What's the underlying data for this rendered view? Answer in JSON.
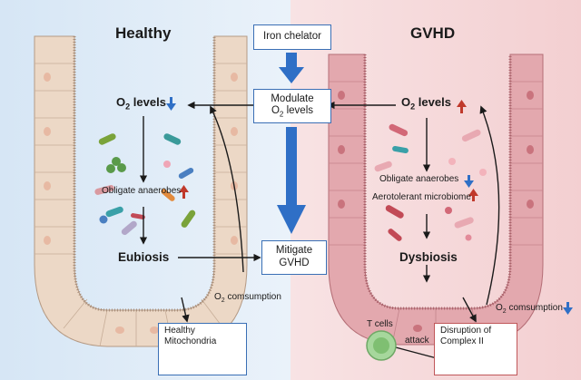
{
  "panels": {
    "left_title": "Healthy",
    "right_title": "GVHD"
  },
  "center": {
    "chelator_label": "Iron chelator",
    "modulate_line1": "Modulate",
    "modulate_line2": "O",
    "modulate_line2_sub": "2",
    "modulate_line2_tail": " levels",
    "mitigate_line1": "Mitigate",
    "mitigate_line2": "GVHD"
  },
  "left": {
    "o2_prefix": "O",
    "o2_sub": "2",
    "o2_tail": " levels",
    "anaerobes_label": "Obligate anaerobes",
    "state_label": "Eubiosis",
    "consumption_prefix": "O",
    "consumption_sub": "2",
    "consumption_tail": " comsumption",
    "mito_line1": "Healthy",
    "mito_line2": "Mitochondria"
  },
  "right": {
    "o2_prefix": "O",
    "o2_sub": "2",
    "o2_tail": " levels",
    "anaerobes_label": "Obligate anaerobes",
    "aerotolerant_label": "Aerotolerant microbiome",
    "state_label": "Dysbiosis",
    "tcells_label": "T cells",
    "attack_label": "attack",
    "consumption_prefix": "O",
    "consumption_sub": "2",
    "consumption_tail": " comsumption",
    "complex_line1": "Disruption of",
    "complex_line2": "Complex II"
  },
  "colors": {
    "left_bg": "#dbe9f6",
    "right_bg": "#f7dcdd",
    "arrow_blue": "#2f6fc6",
    "arrow_up_red": "#c0392b",
    "box_border": "#3a6fb5",
    "healthy_epithelium": "#ecd8c6",
    "gvhd_epithelium": "#e3a8ae"
  },
  "icons": [
    "down-arrow-icon",
    "up-arrow-icon",
    "bacteria-icon",
    "mitochondria-icon",
    "t-cell-icon",
    "cross-icon"
  ]
}
